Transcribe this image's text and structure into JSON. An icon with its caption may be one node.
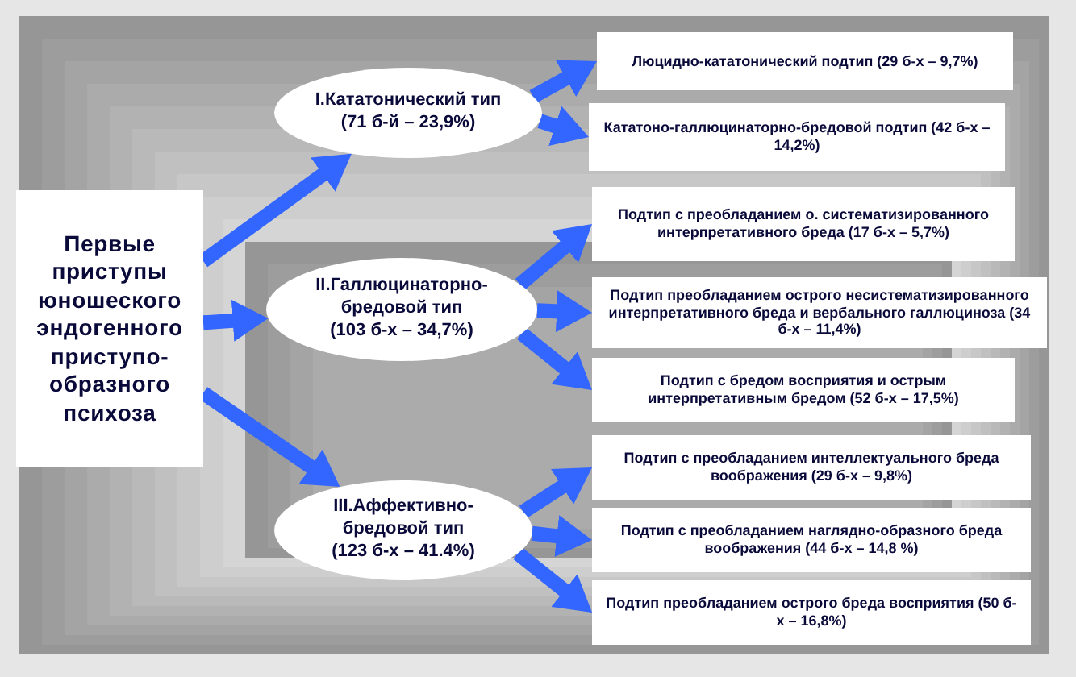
{
  "diagram": {
    "nodes": [
      {
        "text": [
          "Первые приступы юношеского эндогенного приступо-образного психоза"
        ]
      },
      {
        "text": [
          "I.Кататонический тип",
          "(71 б-й – 23,9%)"
        ]
      },
      {
        "text": [
          "II.Галлюцинаторно-бредовой тип",
          "(103 б-х – 34,7%)"
        ]
      },
      {
        "text": [
          "III.Аффективно-бредовой тип",
          "(123 б-х – 41.4%)"
        ]
      },
      {
        "text": [
          "Люцидно-кататонический подтип (29 б-х – 9,7%)"
        ]
      },
      {
        "text": [
          "Кататоно-галлюцинаторно-бредовой подтип (42 б-х – 14,2%)"
        ]
      },
      {
        "text": [
          "Подтип с преобладанием о. систематизированного интерпретативного бреда (17 б-х – 5,7%)"
        ]
      },
      {
        "text": [
          "Подтип преобладанием острого несистематизированного интерпретативного бреда и вербального галлюциноза (34 б-х – 11,4%)"
        ]
      },
      {
        "text": [
          "Подтип с бредом восприятия и острым интерпретативным бредом (52 б-х – 17,5%)"
        ]
      },
      {
        "text": [
          "Подтип с преобладанием интеллектуального бреда воображения (29 б-х – 9,8%)"
        ]
      },
      {
        "text": [
          "Подтип с преобладанием наглядно-образного бреда воображения (44 б-х – 14,8 %)"
        ]
      },
      {
        "text": [
          "Подтип преобладанием острого бреда восприятия (50 б-х – 16,8%)"
        ]
      }
    ],
    "edges": [
      {
        "from": 0,
        "to": 1,
        "arrow": "to"
      },
      {
        "from": 0,
        "to": 2,
        "arrow": "to"
      },
      {
        "from": 0,
        "to": 3,
        "arrow": "to"
      },
      {
        "from": 1,
        "to": 4,
        "arrow": "to"
      },
      {
        "from": 1,
        "to": 5,
        "arrow": "to"
      },
      {
        "from": 2,
        "to": 6,
        "arrow": "to"
      },
      {
        "from": 2,
        "to": 7,
        "arrow": "to"
      },
      {
        "from": 2,
        "to": 8,
        "arrow": "to"
      },
      {
        "from": 3,
        "to": 9,
        "arrow": "to"
      },
      {
        "from": 3,
        "to": 10,
        "arrow": "to"
      },
      {
        "from": 3,
        "to": 11,
        "arrow": "to"
      }
    ]
  }
}
